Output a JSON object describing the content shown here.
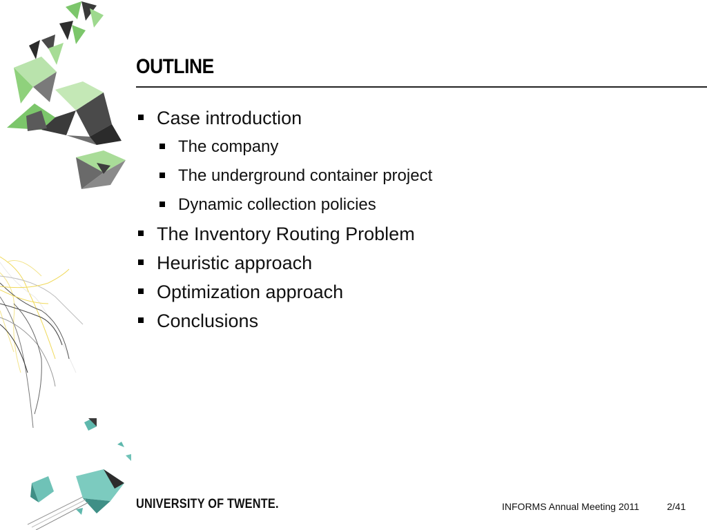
{
  "slide": {
    "title": "OUTLINE",
    "items": [
      {
        "level": 1,
        "text": "Case introduction"
      },
      {
        "level": 2,
        "text": "The company"
      },
      {
        "level": 2,
        "text": "The underground container project"
      },
      {
        "level": 2,
        "text": "Dynamic collection policies"
      },
      {
        "level": 1,
        "text": "The Inventory Routing Problem"
      },
      {
        "level": 1,
        "text": "Heuristic approach"
      },
      {
        "level": 1,
        "text": "Optimization approach"
      },
      {
        "level": 1,
        "text": "Conclusions"
      }
    ]
  },
  "footer": {
    "university": "UNIVERSITY OF TWENTE.",
    "event": "INFORMS Annual Meeting 2011",
    "page": "2/41"
  },
  "colors": {
    "accent_green": "#7cc66b",
    "dark_gray": "#4a4a4a",
    "teal": "#5fb8ad",
    "yellow": "#f3e38a"
  },
  "icons": {
    "bullet": "square-bullet-icon"
  }
}
